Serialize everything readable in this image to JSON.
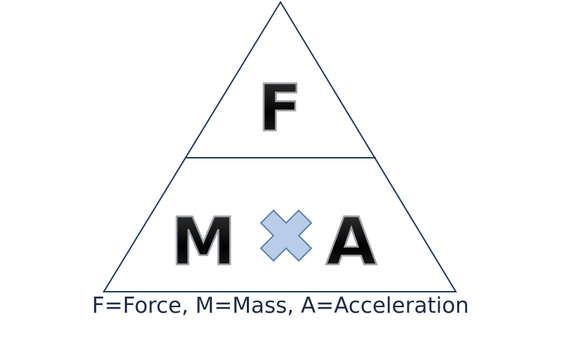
{
  "triangle": {
    "top_letter": "F",
    "bottom_left_letter": "M",
    "operator_symbol": "×",
    "bottom_right_letter": "A"
  },
  "caption": "F=Force,  M=Mass,  A=Acceleration",
  "colors": {
    "outline": "#1f3a5a",
    "letter_fill": "#111111",
    "letter_stroke": "#9aa0a6",
    "operator_fill": "#b9cde8",
    "operator_stroke": "#5f7fa8",
    "caption_text": "#1f2a44"
  }
}
